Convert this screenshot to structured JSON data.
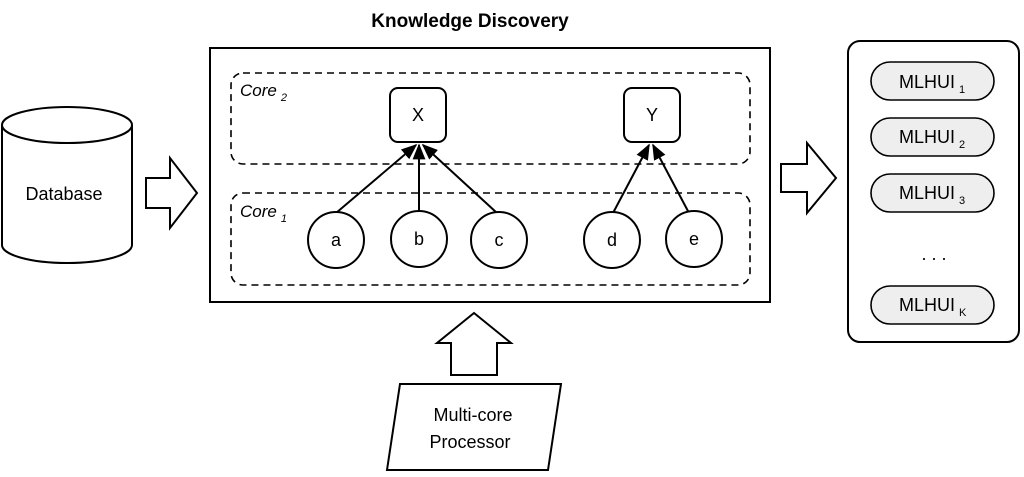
{
  "title": "Knowledge Discovery",
  "database": {
    "label": "Database"
  },
  "cores": {
    "core2": {
      "label": "Core",
      "sub": "2"
    },
    "core1": {
      "label": "Core",
      "sub": "1"
    }
  },
  "parent_nodes": [
    "X",
    "Y"
  ],
  "child_nodes": [
    "a",
    "b",
    "c",
    "d",
    "e"
  ],
  "processor": {
    "line1": "Multi-core",
    "line2": "Processor"
  },
  "results": [
    {
      "label": "MLHUI",
      "sub": "1"
    },
    {
      "label": "MLHUI",
      "sub": "2"
    },
    {
      "label": "MLHUI",
      "sub": "3"
    },
    {
      "label": "MLHUI",
      "sub": "K"
    }
  ],
  "ellipsis": ". . ."
}
